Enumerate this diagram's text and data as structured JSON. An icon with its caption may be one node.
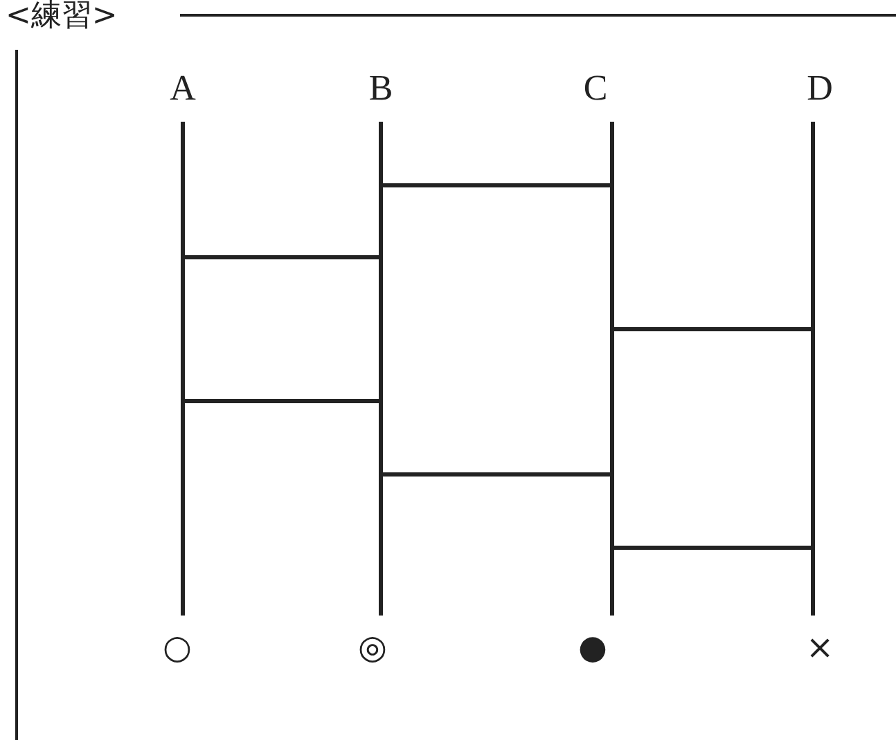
{
  "diagram": {
    "title": "<練習>",
    "nodes": [
      {
        "text": [
          "A"
        ]
      },
      {
        "text": [
          "B"
        ]
      },
      {
        "text": [
          "C"
        ]
      },
      {
        "text": [
          "D"
        ]
      },
      {
        "text": [
          "○"
        ]
      },
      {
        "text": [
          "◎"
        ]
      },
      {
        "text": [
          "●"
        ]
      },
      {
        "text": [
          "×"
        ]
      }
    ],
    "edges": [
      {
        "from": 0,
        "to": 4,
        "arrow": "none"
      },
      {
        "from": 1,
        "to": 5,
        "arrow": "none"
      },
      {
        "from": 2,
        "to": 6,
        "arrow": "none"
      },
      {
        "from": 3,
        "to": 7,
        "arrow": "none"
      }
    ]
  }
}
